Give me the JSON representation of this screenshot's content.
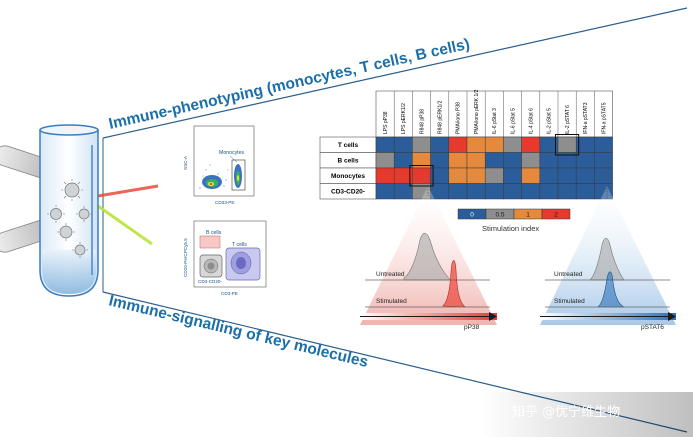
{
  "title_top": "Immune-phenotyping (monocytes, T cells, B cells)",
  "title_bottom": "Immune-signalling of key molecules",
  "flow_top": {
    "y_axis": "SSC-A",
    "x_axis": "CD33-PE",
    "gate_label": "Monocytes"
  },
  "flow_bottom": {
    "y_axis": "CD20-PerCPCy5.5",
    "x_axis": "CD3-PE",
    "gate_b": "B cells",
    "gate_t": "T cells",
    "gate_neg": "CD3-CD20-"
  },
  "heatmap": {
    "columns": [
      "LPS pP38",
      "LPS pERK1/2",
      "R848 pP38",
      "R848 pERK1/2",
      "PMA/iono P38",
      "PMA/iono pERK 1/2",
      "IL-6 pStat 3",
      "IL-6 pStat 5",
      "IL-4 pStat 6",
      "IL-2 pStat 5",
      "IL-2 pSTAT 6",
      "IFN-a pSTAT3",
      "IFN-a pSTAT5"
    ],
    "rows": [
      "T cells",
      "B cells",
      "Monocytes",
      "CD3-CD20-"
    ],
    "values": [
      [
        0,
        0,
        0.5,
        0,
        2,
        1,
        1,
        0.5,
        2,
        0,
        0.5,
        0,
        0
      ],
      [
        0.5,
        0,
        1,
        0,
        1,
        1,
        0,
        0,
        0.5,
        0,
        0,
        0,
        0
      ],
      [
        2,
        2,
        2,
        0,
        1,
        1,
        0.5,
        0,
        1,
        0,
        0,
        0,
        0
      ],
      [
        0,
        0,
        0.5,
        0,
        0,
        0,
        0,
        0,
        0,
        0,
        0,
        0,
        0
      ]
    ],
    "highlight_left": {
      "row": "Monocytes",
      "column": "R848 pP38"
    },
    "highlight_right": {
      "row": "T cells",
      "column": "IL-2 pSTAT 6"
    }
  },
  "legend": {
    "ticks": [
      "0",
      "0.5",
      "1",
      "2"
    ],
    "colors": [
      "#2a5d9a",
      "#8e8e8e",
      "#e58a3c",
      "#e8392e"
    ],
    "label": "Stimulation index"
  },
  "histogram_left": {
    "untreated": "Untreated",
    "stimulated": "Stimulated",
    "axis": "pP38"
  },
  "histogram_right": {
    "untreated": "Untreated",
    "stimulated": "Stimulated",
    "axis": "pSTAT6"
  },
  "watermark": "知乎 @优宁维生物",
  "colors": {
    "banner": "#1b6fa8",
    "navy": "#2a5d9a",
    "grey": "#8e8e8e",
    "orange": "#e58a3c",
    "red": "#e8392e"
  }
}
